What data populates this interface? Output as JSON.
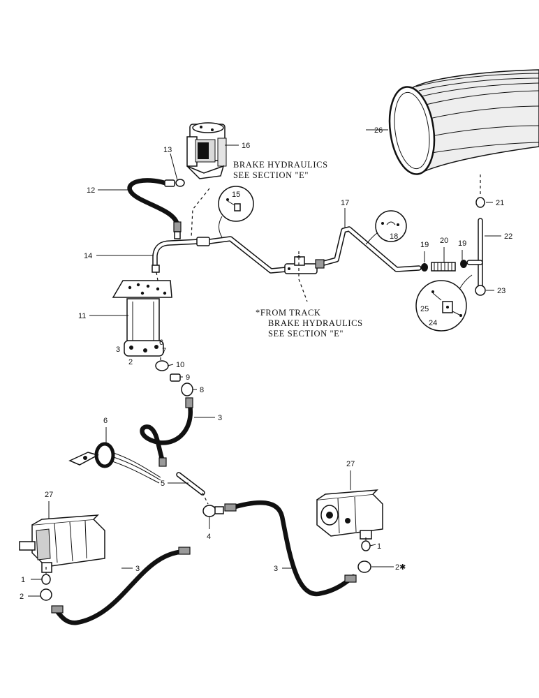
{
  "figure": {
    "notes": {
      "brake_line1": "BRAKE HYDRAULICS",
      "brake_line2": "SEE SECTION \"E\"",
      "track_line1": "*FROM TRACK",
      "track_line2": "BRAKE HYDRAULICS",
      "track_line3": "SEE SECTION \"E\""
    },
    "callouts": {
      "c1_right": "1",
      "c1_left": "1",
      "c2_left": "2",
      "c2_right": "2✱",
      "c3_upper": "3",
      "c3_left": "3",
      "c3_right": "3",
      "c4": "4",
      "c5": "5",
      "c6": "6",
      "c8": "8",
      "c9": "9",
      "c10": "10",
      "c11": "11",
      "c12": "12",
      "c13": "13",
      "c14": "14",
      "c15": "15",
      "c16": "16",
      "c17": "17",
      "c18": "18",
      "c19_left": "19",
      "c19_right": "19",
      "c20": "20",
      "c21": "21",
      "c22": "22",
      "c23": "23",
      "c24": "24",
      "c25": "25",
      "c26": "26",
      "c27_left": "27",
      "c27_right": "27",
      "port_3": "3",
      "port_2": "2",
      "port_6": "6",
      "port_7": "7"
    }
  }
}
